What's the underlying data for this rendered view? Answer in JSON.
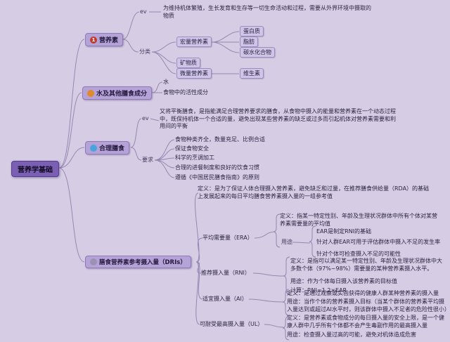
{
  "meta": {
    "background": "#d6cde5",
    "line_color": "#8b7aa8",
    "root_fill": "#7b5fb2",
    "branch_fill": "#b5a3d8",
    "leaf_fill": "#cfc5e6",
    "badge_nutrients": "#c23b2e",
    "badge_water": "#e08a2e",
    "badge_diet": "#4aa3df",
    "badge_dris": "#9a91b5"
  },
  "root": {
    "label": "营养学基础"
  },
  "branches": {
    "nutrients": {
      "label": "营养素",
      "badge": "1",
      "ev": "ev",
      "definition": "为维持机体繁殖，生长发育和生存等一切生命活动和过程，需要从外界环境中摄取的物质",
      "classify_label": "分类",
      "macro_label": "宏量营养素",
      "protein": "蛋白质",
      "fat": "脂肪",
      "carbohydrate": "碳水化合物",
      "minerals": "矿物质",
      "micro_label": "微量营养素",
      "vitamins": "维生素"
    },
    "water": {
      "label": "水及其他膳食成分",
      "water": "水",
      "active": "食物中的活性成分"
    },
    "diet": {
      "label": "合理膳食",
      "ev": "ev",
      "definition": "又将平衡膳食，是指能满足合理营养要求的膳食，从食物中摄入的能量和营养素在一个动态过程中，既保持机体一个合适的量，避免出现某些营养素的缺乏或过多而引起机体对营养素需要和利用间的平衡",
      "require_label": "要求",
      "requirements": [
        "食物种类齐全，数量充足、比例合适",
        "保证食物安全",
        "科学的烹调加工",
        "合理的进餐制度和良好的饮食习惯",
        "遵循《中国居民膳食指南》的原则"
      ]
    },
    "dris": {
      "label": "膳食营养素参考摄入量（DRIs）",
      "definition": "定义：是为了保证人体合理摄入营养素，避免缺乏和过量，在推荐膳食供给量（RDA）的基础上发展起来的每日平均膳食营养素摄入量的一组参考值",
      "era": {
        "label": "平均需要量（ERA）",
        "definition": "定义：指某一特定性别、年龄及生理状况群体中所有个体对某营养素需要量的平均值",
        "usage_label": "用途",
        "usages": [
          "EAR是制定RNI的基础",
          "针对人群EAR可用于评估群体中摄入不足的发生率",
          "针对个体可检查摄入不足的可能性"
        ]
      },
      "rni": {
        "label": "推荐摄入量（RNI）",
        "definition": "定义：是指可以满足某一特定性别、年龄及生理状况群体中大多数个体（97%~98%）需要量的某种营养素摄入水平。",
        "usage": "用途：作为个体每日摄入该营养素的目标值",
        "calc": "计算：RNI=1.2×EAR"
      },
      "ai": {
        "label": "适宜摄入量（AI）",
        "definition": "定义：是通过观察或实验获得的健康人群某种营养素的摄入量",
        "usage": "用途：当作个体的营养素摄入目标（当某个群体的营养素平均摄入量达到或超过AI水平时，则该群体中摄入不足者的危险性很小）"
      },
      "ul": {
        "label": "可耐受最高摄入量（UL）",
        "definition": "定义：是营养素或食物成分的每日摄入量的安全上限，是一个健康人群中几乎所有个体都不会产生毒副作用的最高摄入量",
        "usage": "用途：检查摄入量过高的可能，避免对机体造成危害"
      }
    }
  }
}
